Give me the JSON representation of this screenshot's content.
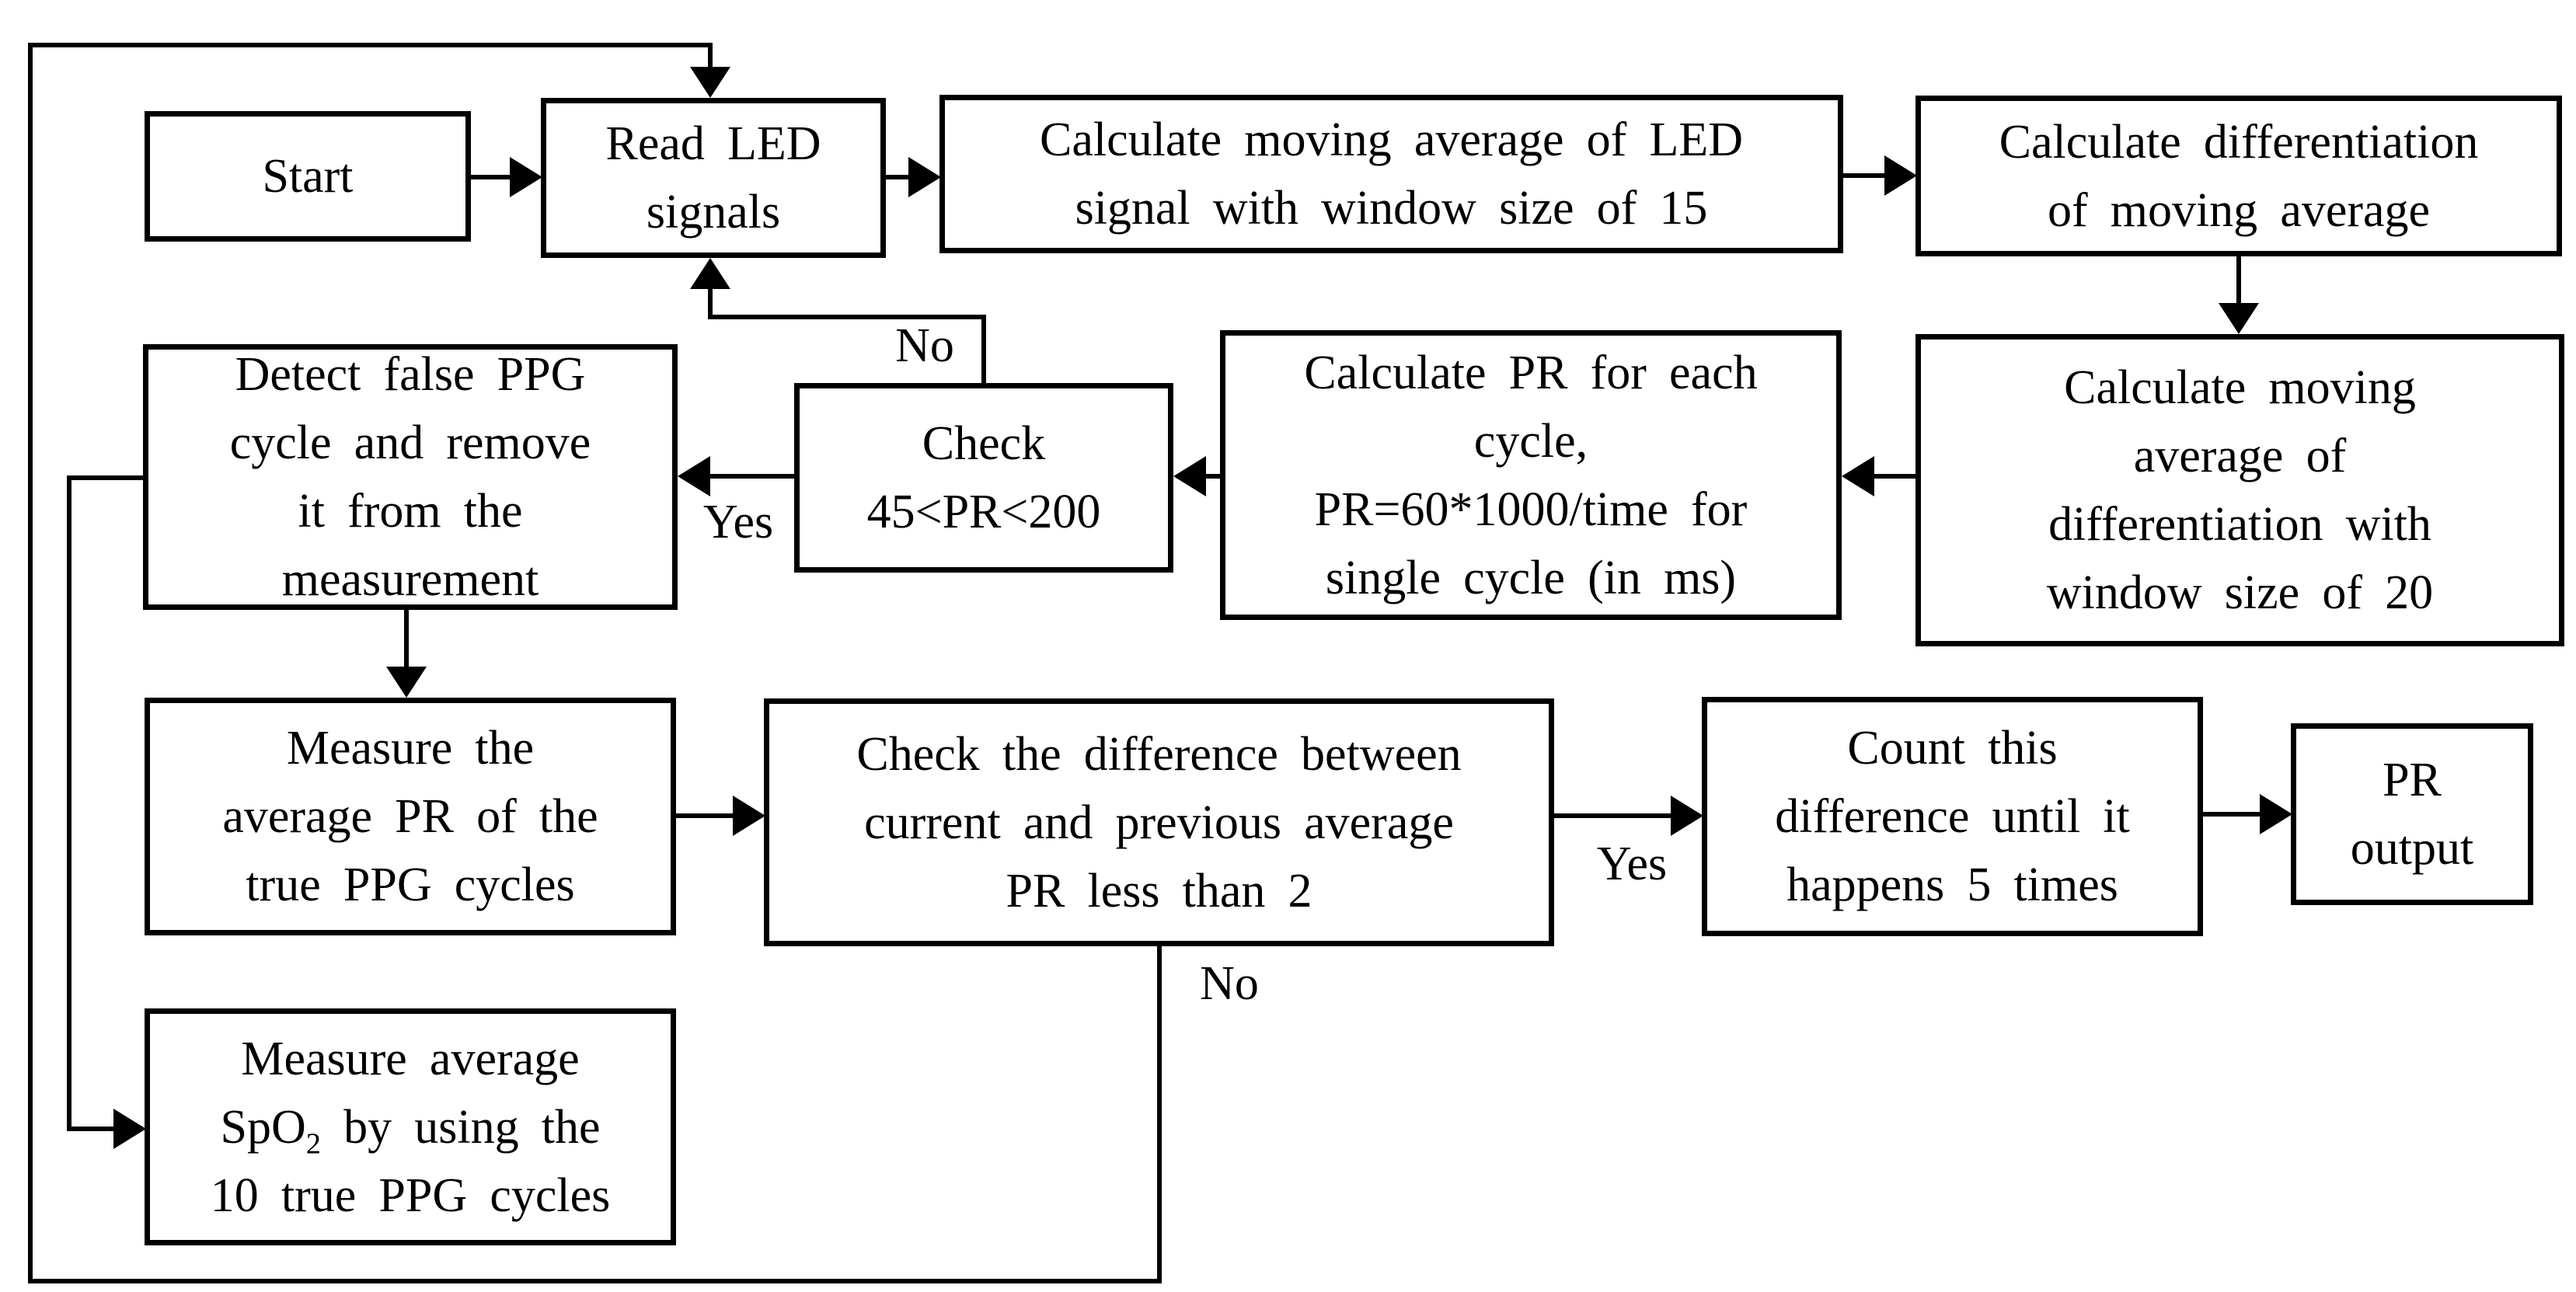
{
  "colors": {
    "line": "#000000",
    "background": "#ffffff"
  },
  "nodes": {
    "start": {
      "label": "Start"
    },
    "read_led": {
      "lines": [
        "Read LED",
        "signals"
      ]
    },
    "calc_mov_avg_led": {
      "lines": [
        "Calculate moving average of LED",
        "signal with window size of 15"
      ]
    },
    "calc_diff": {
      "lines": [
        "Calculate differentiation",
        "of moving average"
      ]
    },
    "calc_mov_avg_diff": {
      "lines": [
        "Calculate moving",
        "average of",
        "differentiation with",
        "window size of 20"
      ]
    },
    "calc_pr": {
      "lines": [
        "Calculate PR for each",
        "cycle,",
        "PR=60*1000/time for",
        "single cycle (in ms)"
      ]
    },
    "check_pr": {
      "lines": [
        "Check",
        "45<PR<200"
      ]
    },
    "detect_false": {
      "lines": [
        "Detect false PPG",
        "cycle and remove",
        "it from the",
        "measurement"
      ]
    },
    "measure_pr": {
      "lines": [
        "Measure the",
        "average PR of the",
        "true PPG cycles"
      ]
    },
    "check_diff": {
      "lines": [
        "Check the difference between",
        "current and previous average",
        "PR less than 2"
      ]
    },
    "count_diff": {
      "lines": [
        "Count this",
        "difference until it",
        "happens 5 times"
      ]
    },
    "pr_output": {
      "lines": [
        "PR",
        "output"
      ]
    },
    "measure_spo2": {
      "line1": "Measure average",
      "line2_pre": "SpO",
      "line2_sub": "2",
      "line2_post": " by using the",
      "line3": "10 true PPG cycles"
    }
  },
  "edge_labels": {
    "check_pr_no": "No",
    "check_pr_yes": "Yes",
    "check_diff_yes": "Yes",
    "check_diff_no": "No"
  }
}
